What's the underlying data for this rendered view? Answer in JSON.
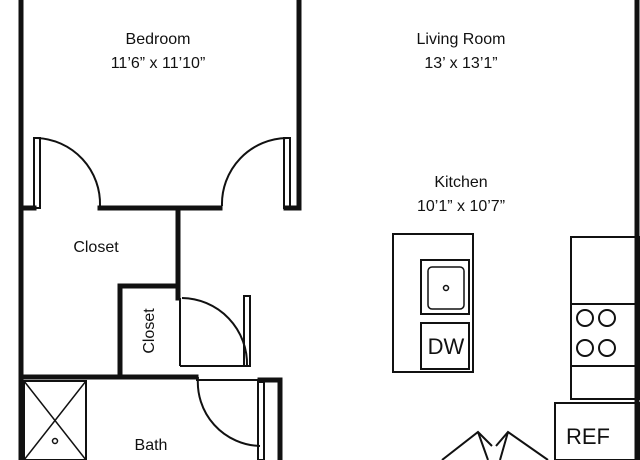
{
  "rooms": {
    "bedroom": {
      "name": "Bedroom",
      "size": "11’6” x 11’10”"
    },
    "living_room": {
      "name": "Living Room",
      "size": "13’ x 13’1”"
    },
    "kitchen": {
      "name": "Kitchen",
      "size": "10’1” x 10’7”"
    },
    "closet_1": {
      "name": "Closet"
    },
    "closet_2": {
      "name": "Closet"
    },
    "bath": {
      "name": "Bath"
    }
  },
  "fixtures": {
    "dishwasher": "DW",
    "refrigerator": "REF"
  }
}
